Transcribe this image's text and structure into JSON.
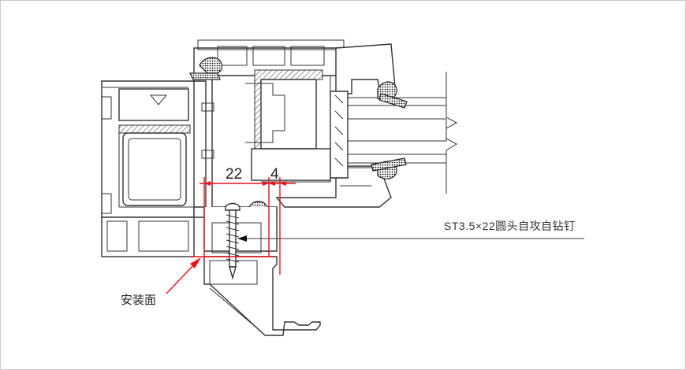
{
  "dimensions": {
    "left_value": "22",
    "right_value": "4"
  },
  "annotations": {
    "screw_label": "ST3.5×22圆头自攻自钻钉",
    "mount_face_label": "安装面"
  },
  "colors": {
    "dimension_red": "#e8121a",
    "line": "#333333"
  }
}
